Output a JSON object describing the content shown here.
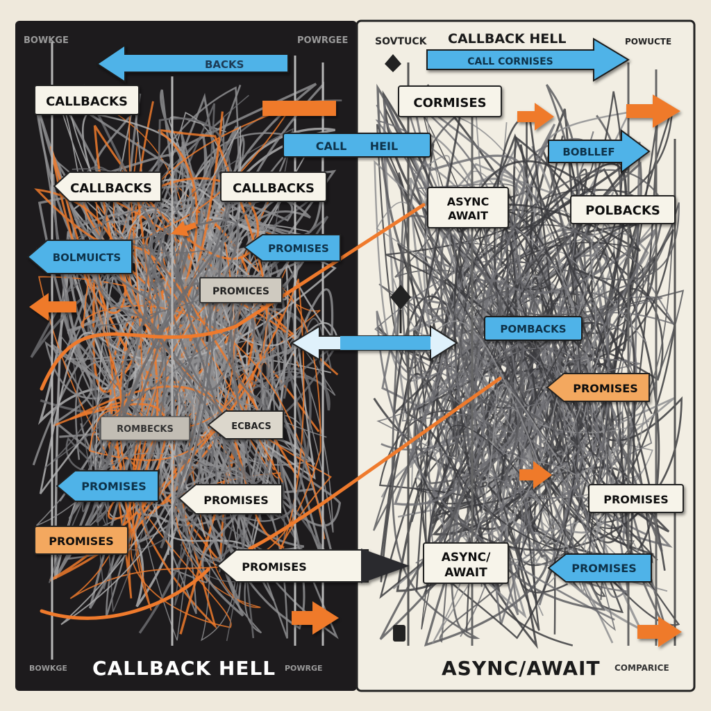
{
  "colors": {
    "background": "#efe9dc",
    "dark_panel": "#1d1b1d",
    "light_panel": "#f2eee3",
    "accent_blue": "#4fb3e8",
    "accent_orange": "#ef7a2c",
    "wire_gray": "#8e8e90",
    "wire_dark": "#3b3b3e"
  },
  "left_panel": {
    "corner_left": "BOWKGE",
    "corner_right": "POWRGEE",
    "title": "CALLBACK HELL",
    "footer_left": "BOWKGE",
    "footer_right": "POWRGE",
    "labels": {
      "top_arrow": "BACKS",
      "callbacks_1": "CALLBACKS",
      "callbacks_2": "CALLBACKS",
      "callbacks_3": "CALLBACKS",
      "bolmuicts": "BOLMUICTS",
      "promises_blue": "PROMISES",
      "promices": "PROMICES",
      "rombecks": "ROMBECKS",
      "ecbacs": "ECBACS",
      "promises_blue_2": "PROMISES",
      "promises_white": "PROMISES",
      "promises_orange": "PROMISES"
    }
  },
  "right_panel": {
    "corner_left": "SOVTUCK",
    "header": "CALLBACK HELL",
    "corner_right": "POWUCTE",
    "title": "ASYNC/AWAIT",
    "footer_right": "COMPARICE",
    "labels": {
      "top_arrow": "CALL CORNISES",
      "cormises": "CORMISES",
      "call_heil": "CALL      HEIL",
      "bobllef": "BOBLLEF",
      "async_await_1_line1": "ASYNC",
      "async_await_1_line2": "AWAIT",
      "polbacks": "POLBACKS",
      "pombacks": "POMBACKS",
      "promises_orange": "PROMISES",
      "promises_white": "PROMISES",
      "promises_center": "PROMISES",
      "async_await_2_line1": "ASYNC/",
      "async_await_2_line2": "AWAIT",
      "promises_blue": "PROMISES"
    }
  }
}
